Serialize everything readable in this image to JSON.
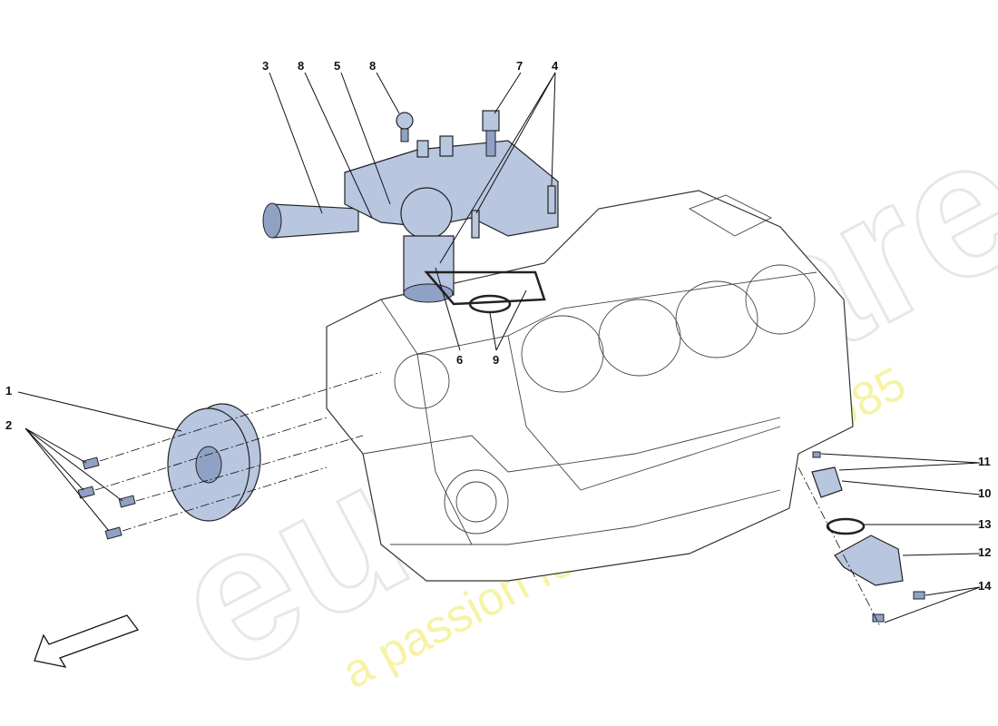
{
  "diagram": {
    "watermark": {
      "brand": "eurospares",
      "tagline": "a passion for parts since 1985"
    },
    "callouts": [
      {
        "id": "callout-3",
        "label": "3"
      },
      {
        "id": "callout-8a",
        "label": "8"
      },
      {
        "id": "callout-5",
        "label": "5"
      },
      {
        "id": "callout-8b",
        "label": "8"
      },
      {
        "id": "callout-7",
        "label": "7"
      },
      {
        "id": "callout-4",
        "label": "4"
      },
      {
        "id": "callout-6",
        "label": "6"
      },
      {
        "id": "callout-9",
        "label": "9"
      },
      {
        "id": "callout-1",
        "label": "1"
      },
      {
        "id": "callout-2",
        "label": "2"
      },
      {
        "id": "callout-11",
        "label": "11"
      },
      {
        "id": "callout-10",
        "label": "10"
      },
      {
        "id": "callout-13",
        "label": "13"
      },
      {
        "id": "callout-12",
        "label": "12"
      },
      {
        "id": "callout-14",
        "label": "14"
      }
    ],
    "colors": {
      "part_fill": "#b8c6e0",
      "line": "#111111",
      "watermark_tagline": "#f3f08a"
    }
  }
}
